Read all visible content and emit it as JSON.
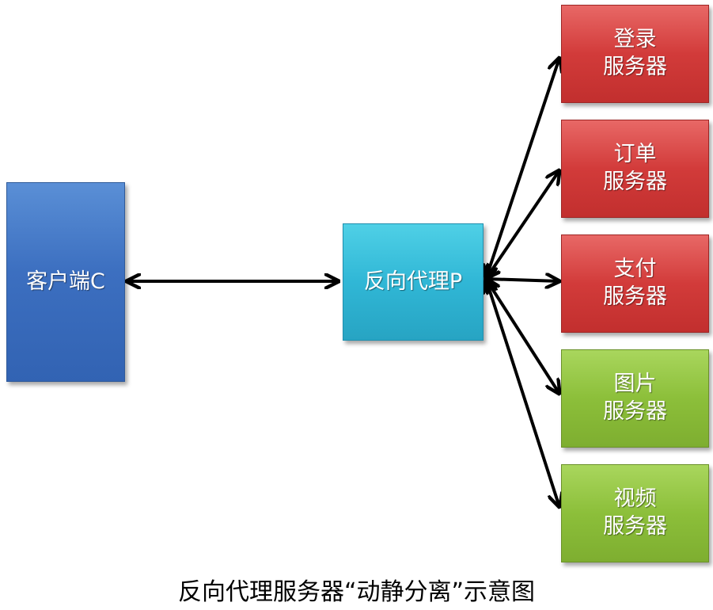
{
  "client": {
    "label": "客户端C"
  },
  "proxy": {
    "label": "反向代理P"
  },
  "servers": [
    {
      "line1": "登录",
      "line2": "服务器",
      "group": "dynamic"
    },
    {
      "line1": "订单",
      "line2": "服务器",
      "group": "dynamic"
    },
    {
      "line1": "支付",
      "line2": "服务器",
      "group": "dynamic"
    },
    {
      "line1": "图片",
      "line2": "服务器",
      "group": "static"
    },
    {
      "line1": "视频",
      "line2": "服务器",
      "group": "static"
    }
  ],
  "caption": "反向代理服务器“动静分离”示意图",
  "colors": {
    "client": "#3c6fc0",
    "proxy": "#30b7d6",
    "dynamic_server": "#d23b3a",
    "static_server": "#8cbf3a",
    "arrow": "#000000"
  }
}
